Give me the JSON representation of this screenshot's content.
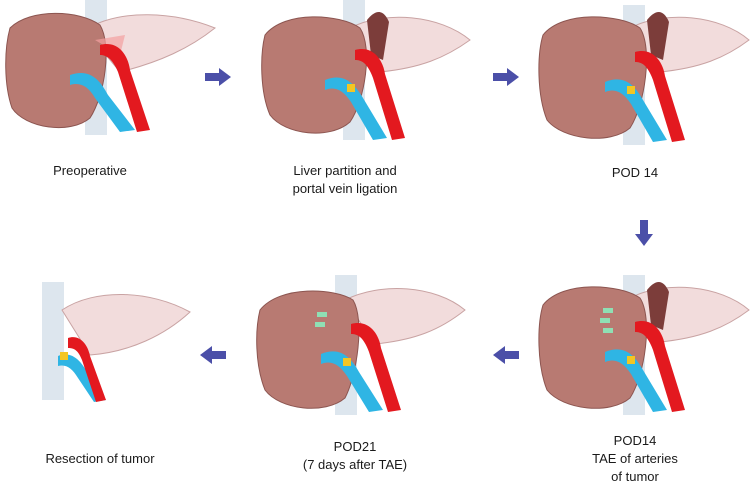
{
  "colors": {
    "liver": "#b87a72",
    "liver_edge": "#8c5550",
    "liver_dot": "#9a5d56",
    "lobe_light": "#f2dcdc",
    "lobe_edge": "#c9a3a3",
    "shadow": "#7c3d3a",
    "artery": "#e3191f",
    "portal": "#2fb5e4",
    "vena_cava": "#dde6ee",
    "ligature": "#f3c623",
    "coil": "#8fe0b4",
    "arrow": "#4b4fa8"
  },
  "stages": [
    {
      "id": "preoperative",
      "lines": [
        "Preoperative"
      ]
    },
    {
      "id": "alpps",
      "lines": [
        "Liver partition and",
        "portal vein ligation"
      ]
    },
    {
      "id": "pod14",
      "lines": [
        "POD 14"
      ]
    },
    {
      "id": "pod14-tae",
      "lines": [
        "POD14",
        "TAE of arteries",
        "of tumor"
      ]
    },
    {
      "id": "pod21",
      "lines": [
        "POD21",
        "(7 days after TAE)"
      ]
    },
    {
      "id": "resection",
      "lines": [
        "Resection of tumor"
      ]
    }
  ],
  "arrows": [
    {
      "id": "arrow-1-2",
      "direction": "right"
    },
    {
      "id": "arrow-2-3",
      "direction": "right"
    },
    {
      "id": "arrow-3-4",
      "direction": "down"
    },
    {
      "id": "arrow-4-5",
      "direction": "left"
    },
    {
      "id": "arrow-5-6",
      "direction": "left"
    }
  ]
}
